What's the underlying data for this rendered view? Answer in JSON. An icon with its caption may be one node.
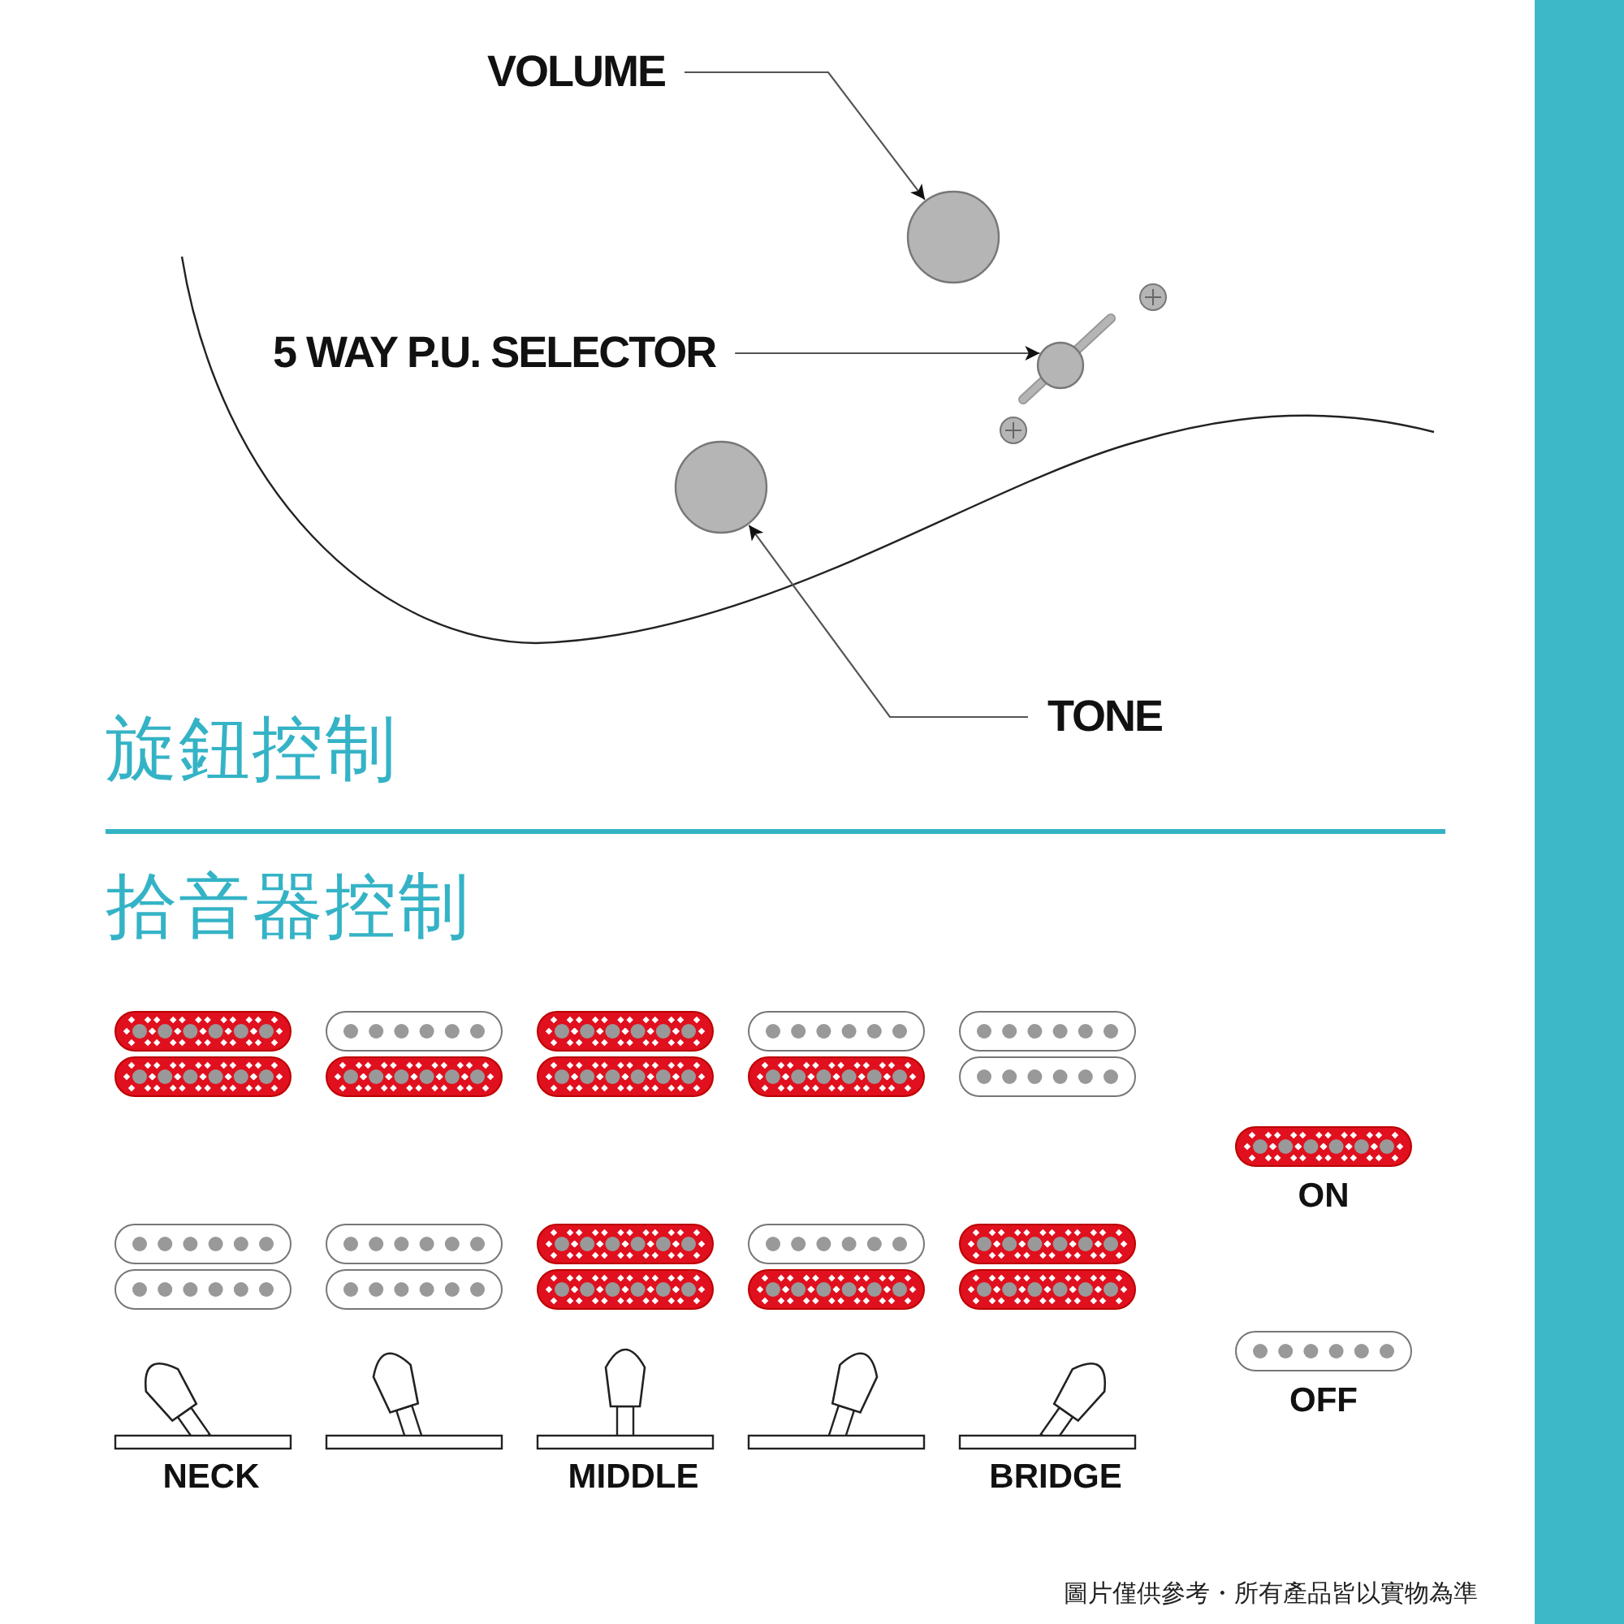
{
  "diagram": {
    "nodes": [
      {
        "text": [
          "VOLUME"
        ]
      },
      {
        "text": [],
        "shape": "circle"
      },
      {
        "text": [
          "5 WAY P.U. SELECTOR"
        ]
      },
      {
        "text": [],
        "shape": "circle"
      },
      {
        "text": [
          "TONE"
        ]
      },
      {
        "text": [],
        "shape": "circle"
      }
    ],
    "edges": [
      {
        "from": 0,
        "to": 1,
        "arrow": "to"
      },
      {
        "from": 2,
        "to": 3,
        "arrow": "to"
      },
      {
        "from": 4,
        "to": 5,
        "arrow": "to"
      }
    ],
    "labels": [
      "旋鈕控制",
      "拾音器控制",
      "NECK",
      "MIDDLE",
      "BRIDGE",
      "圖片僅供參考・所有產品皆以實物為準"
    ],
    "legend": [
      {
        "text": "ON"
      },
      {
        "text": "OFF"
      }
    ]
  }
}
